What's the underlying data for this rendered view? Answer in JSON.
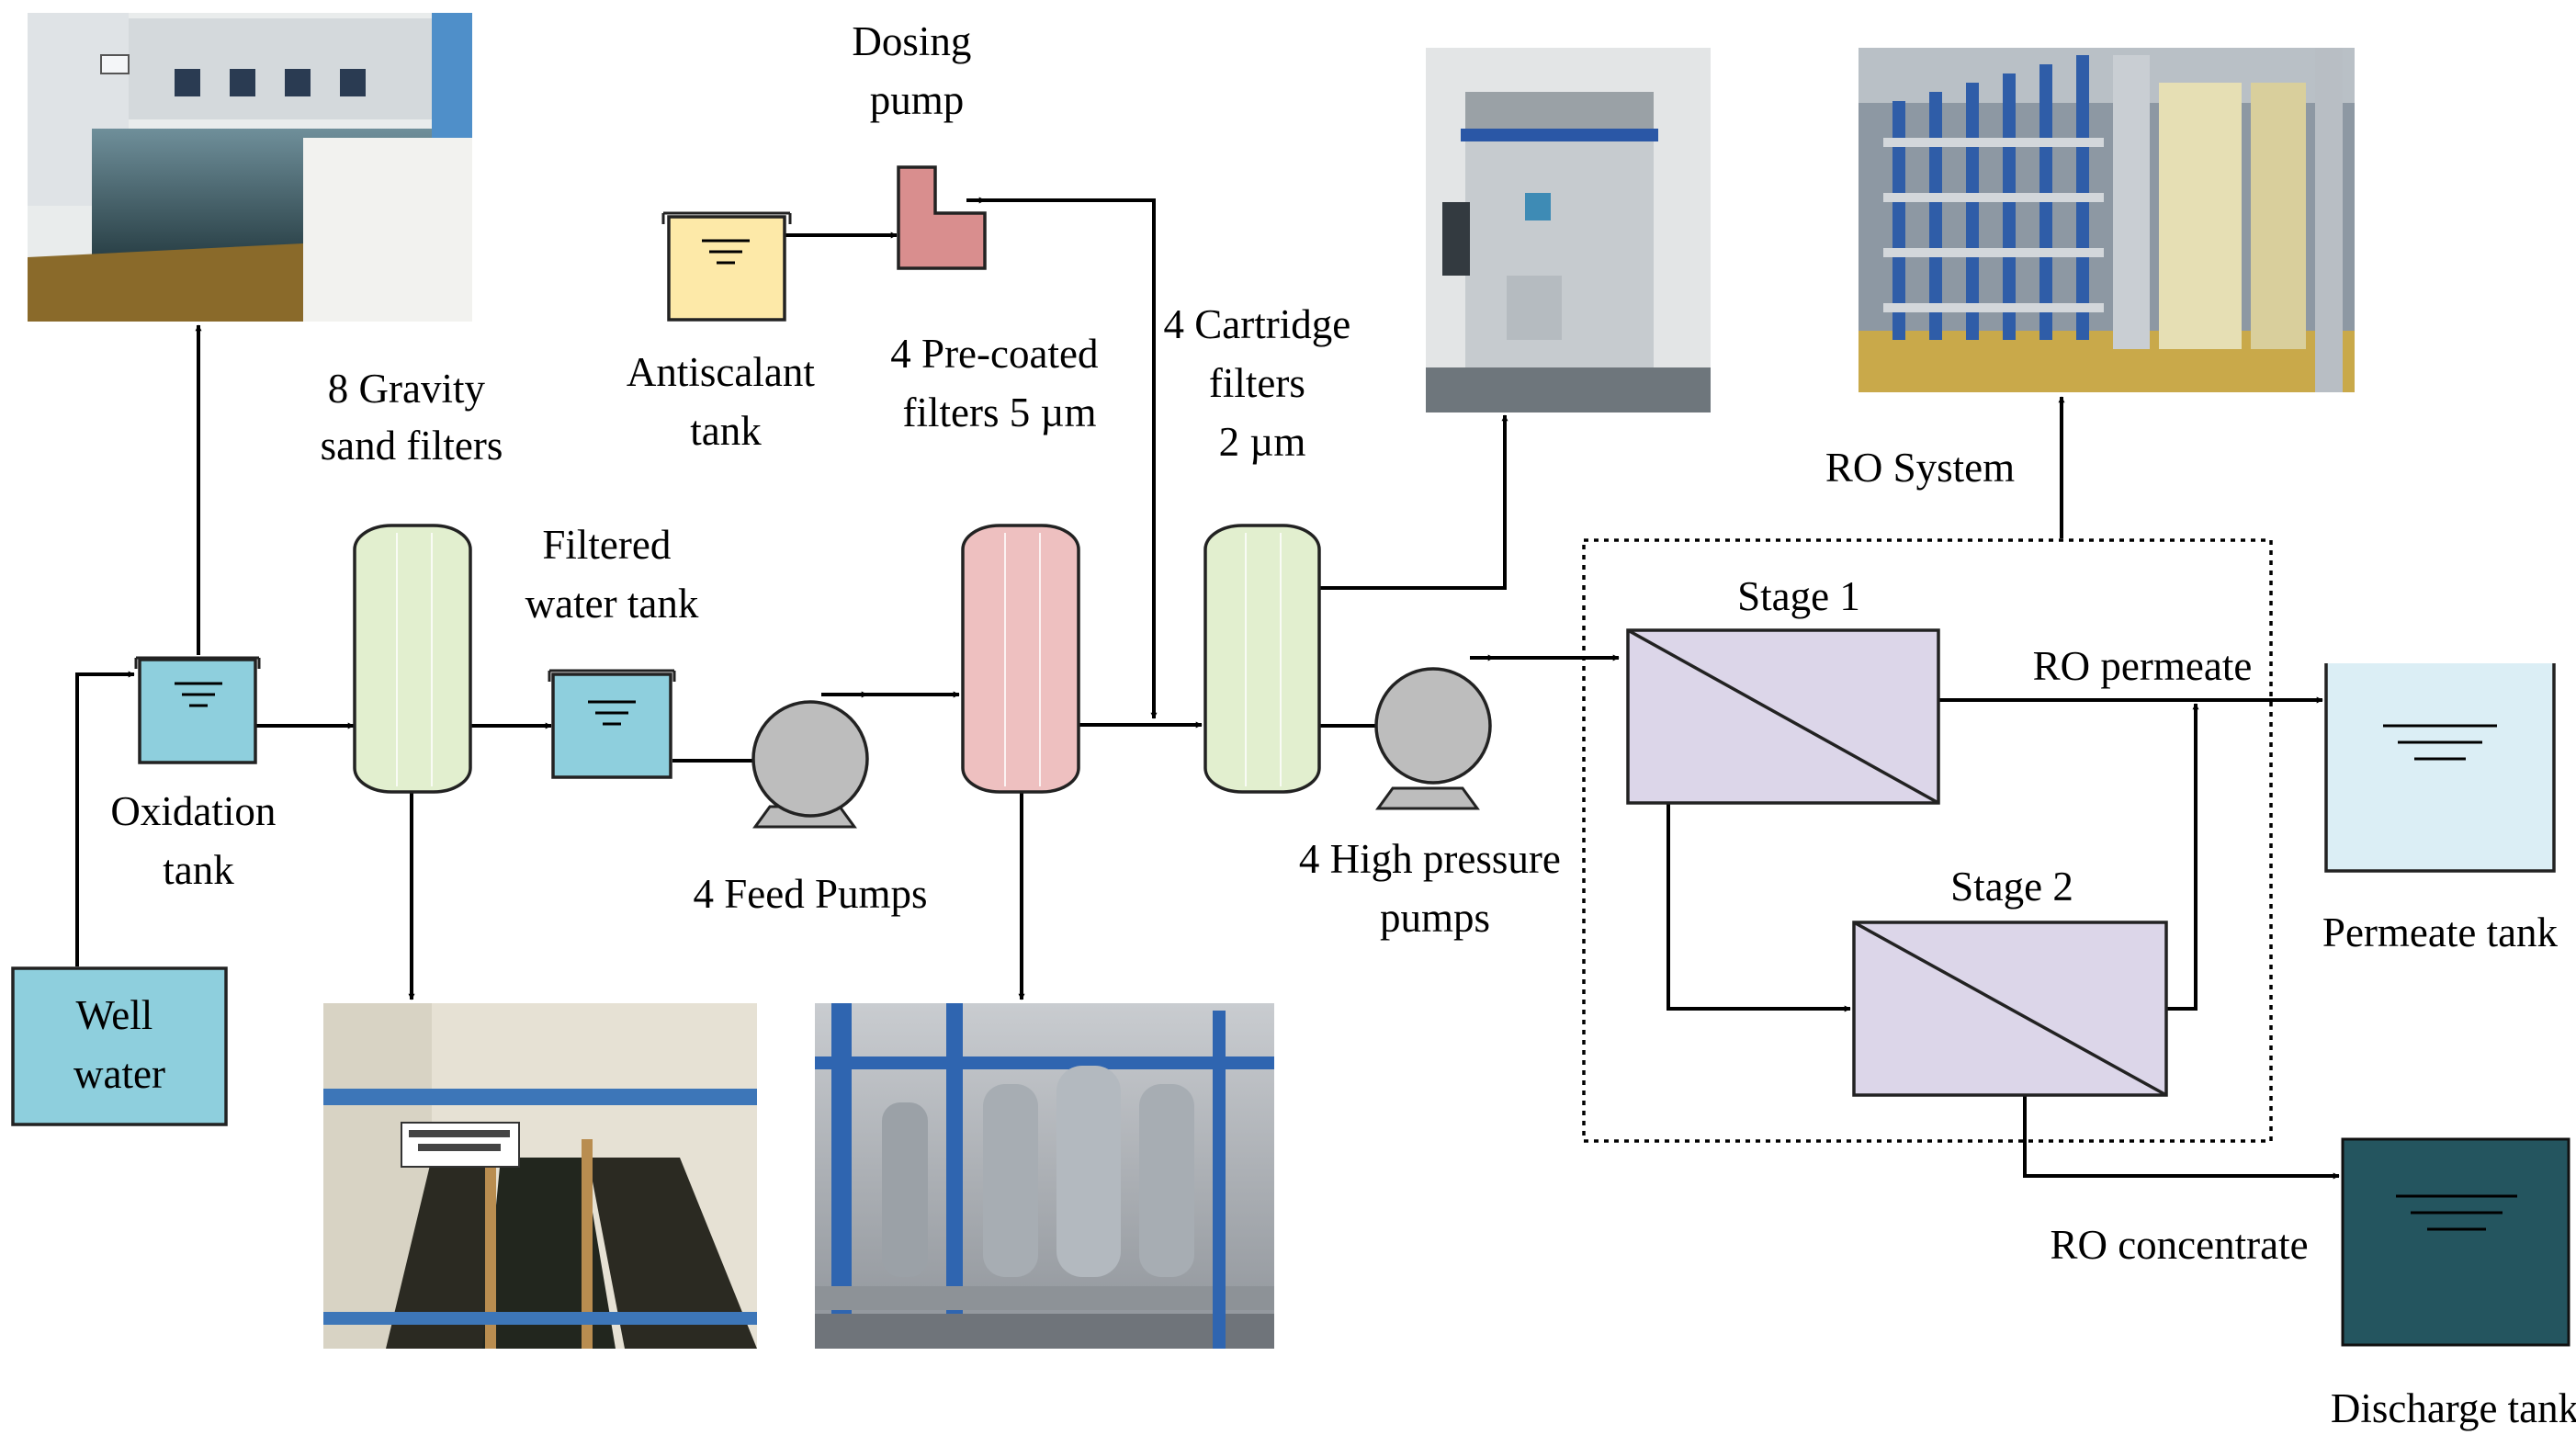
{
  "labels": {
    "dosing_pump": [
      "Dosing",
      "pump"
    ],
    "antiscalant_tank": [
      "Antiscalant",
      "tank"
    ],
    "gravity_filters": [
      "8 Gravity",
      "sand filters"
    ],
    "precoated_filters": [
      "4 Pre-coated",
      "filters 5 µm"
    ],
    "cartridge_filters": [
      "4 Cartridge",
      "filters",
      "2 µm"
    ],
    "filtered_water_tank": [
      "Filtered",
      "water tank"
    ],
    "oxidation_tank": [
      "Oxidation",
      "tank"
    ],
    "well_water": [
      "Well",
      "water"
    ],
    "feed_pumps": "4 Feed Pumps",
    "high_pressure_pumps": [
      "4 High pressure",
      "pumps"
    ],
    "ro_system": "RO System",
    "stage1": "Stage 1",
    "stage2": "Stage 2",
    "ro_permeate": "RO permeate",
    "ro_concentrate": "RO concentrate",
    "permeate_tank": "Permeate tank",
    "discharge_tank": "Discharge tank"
  },
  "photos": [
    {
      "id": "oxidation-tank-photo",
      "subject": "open concrete oxidation basin"
    },
    {
      "id": "sand-filter-photo",
      "subject": "gravity sand filter channels"
    },
    {
      "id": "precoated-filter-photo",
      "subject": "pre-coated filter vessels with blue piping"
    },
    {
      "id": "cartridge-filter-photo",
      "subject": "cartridge filter housing"
    },
    {
      "id": "ro-system-photo",
      "subject": "RO membrane racks"
    }
  ],
  "colors": {
    "well_water": "#8ecfdd",
    "oxidation_tank": "#8ecfdd",
    "filtered_tank": "#8ecfdd",
    "gravity_filter": "#e2efcf",
    "precoated_filter": "#eec0c0",
    "cartridge_filter": "#e2efcf",
    "antiscalant_tank": "#fde9a8",
    "dosing_pump": "#d98e8e",
    "pump": "#bdbdbd",
    "membrane": "#dcd6e9",
    "permeate_tank": "#dbeef5",
    "discharge_tank": "#24555f"
  }
}
